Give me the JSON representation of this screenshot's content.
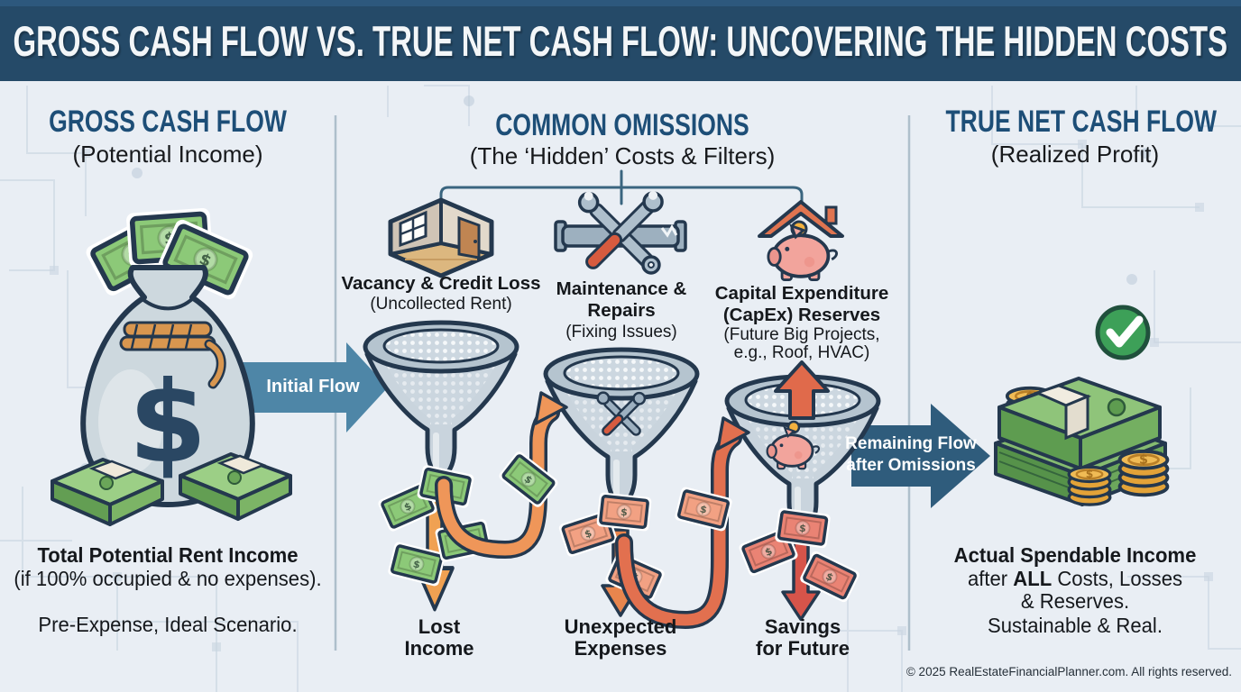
{
  "header": {
    "title": "GROSS CASH FLOW VS. TRUE NET CASH FLOW: UNCOVERING THE HIDDEN COSTS"
  },
  "left": {
    "title": "GROSS CASH FLOW",
    "subtitle": "(Potential Income)",
    "caption1": "Total Potential Rent Income",
    "caption2": "(if 100% occupied & no expenses).",
    "caption3": "Pre-Expense, Ideal Scenario."
  },
  "arrows": {
    "initial": "Initial Flow",
    "remaining1": "Remaining Flow",
    "remaining2": "after Omissions"
  },
  "middle": {
    "title": "COMMON OMISSIONS",
    "subtitle": "(The ‘Hidden’ Costs & Filters)",
    "items": [
      {
        "icon": "empty-room-icon",
        "label1": "Vacancy & Credit Loss",
        "sub1": "(Uncollected Rent)",
        "out1": "Lost",
        "out2": "Income"
      },
      {
        "icon": "tools-icon",
        "label1": "Maintenance &",
        "label2": "Repairs",
        "sub1": "(Fixing Issues)",
        "out1": "Unexpected",
        "out2": "Expenses"
      },
      {
        "icon": "piggy-bank-roof-icon",
        "label1": "Capital Expenditure",
        "label2": "(CapEx) Reserves",
        "sub1": "(Future Big Projects,",
        "sub2": "e.g., Roof, HVAC)",
        "out1": "Savings",
        "out2": "for Future"
      }
    ]
  },
  "right": {
    "title": "TRUE NET CASH FLOW",
    "subtitle": "(Realized Profit)",
    "caption1": "Actual Spendable Income",
    "caption2_pre": "after ",
    "caption2_bold": "ALL",
    "caption2_post": " Costs, Losses",
    "caption3": "& Reserves.",
    "caption4": "Sustainable & Real."
  },
  "footer": {
    "copyright": "© 2025 RealEstateFinancialPlanner.com. All rights reserved."
  },
  "glyphs": {
    "dollar": "$"
  },
  "colors": {
    "header_bg": "#254A68",
    "heading_blue": "#1D4E77",
    "body_text": "#15181C",
    "flow_arrow_blue": "#4E86A7",
    "remaining_arrow_blue": "#2F5C7C",
    "orange": "#EF9659",
    "red": "#D6544A",
    "bill_green": "#8CC978",
    "bill_orange": "#F2A183",
    "bill_red": "#EA8374",
    "check_green": "#3DA058",
    "background": "#E9EEF4"
  }
}
